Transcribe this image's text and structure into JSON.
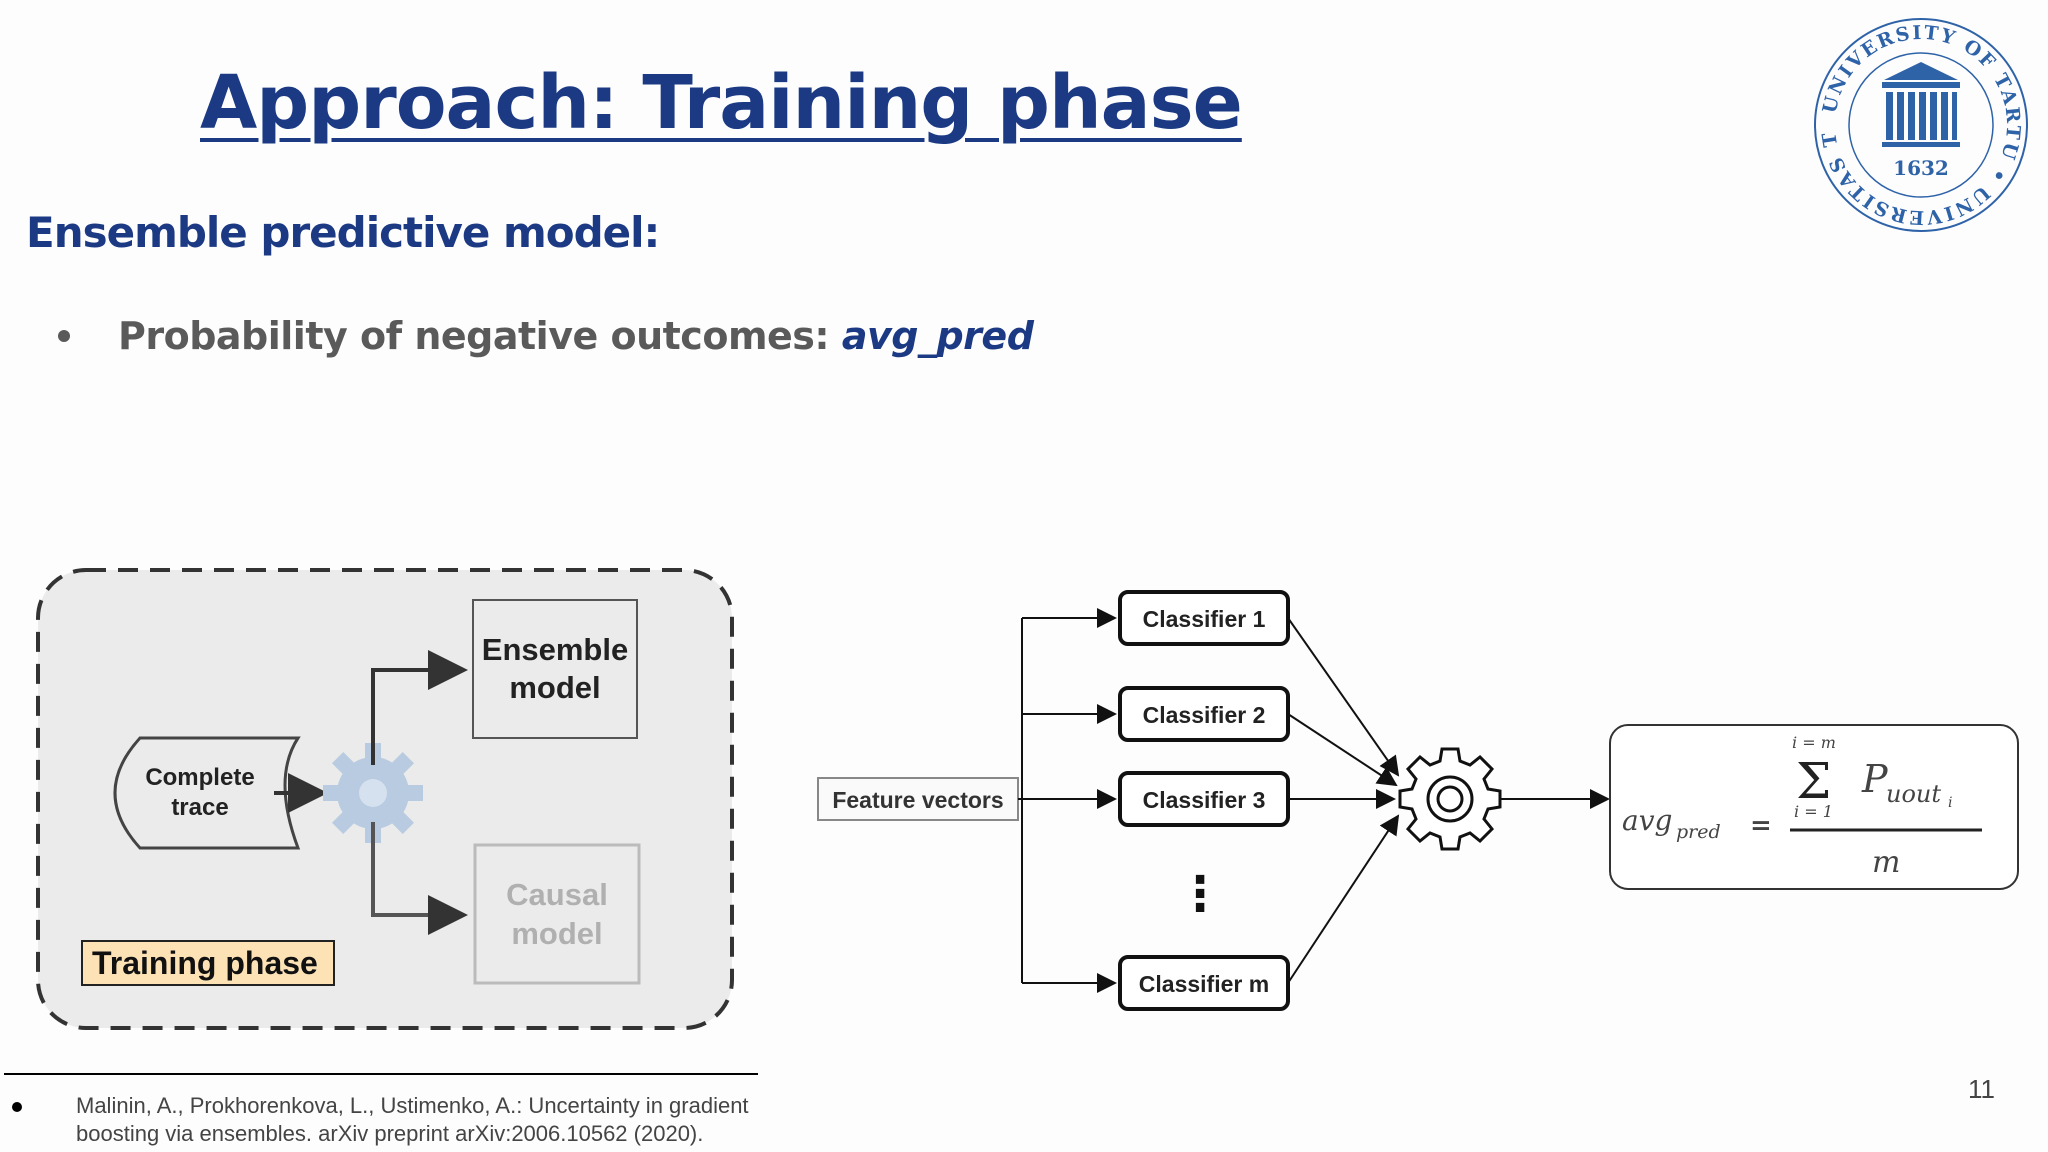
{
  "slide": {
    "title": "Approach: Training phase",
    "subtitle": "Ensemble predictive model:",
    "bullet": {
      "text": "Probability of negative outcomes: ",
      "variable": "avg_pred"
    },
    "page_number": "11",
    "reference": "Malinin, A., Prokhorenkova, L., Ustimenko, A.: Uncertainty in gradient boosting via ensembles. arXiv preprint arXiv:2006.10562 (2020)."
  },
  "logo": {
    "ring_text": "UNIVERSITY OF TARTU • UNIVERSITAS TARTUENSIS •",
    "year": "1632",
    "color": "#2f63a8"
  },
  "left_diagram": {
    "trace_line1": "Complete",
    "trace_line2": "trace",
    "ensemble_line1": "Ensemble",
    "ensemble_line2": "model",
    "causal_line1": "Causal",
    "causal_line2": "model",
    "phase_label": "Training phase",
    "phase_label_bg": "#fde2b6",
    "gear_color": "#b9cbe0"
  },
  "right_diagram": {
    "feature_label": "Feature vectors",
    "classifiers": [
      "Classifier 1",
      "Classifier 2",
      "Classifier 3",
      "Classifier m"
    ],
    "ellipsis": "⋮",
    "formula": {
      "lhs": "avg",
      "lhs_sub": "pred",
      "equals": "=",
      "sum_top": "i = m",
      "sum_symbol": "Σ",
      "sum_bottom": "i = 1",
      "term": "P",
      "term_sub": "uout",
      "term_subsub": "i",
      "denominator": "m"
    }
  },
  "colors": {
    "title": "#1c3a84",
    "body_text": "#5a5a5a",
    "diagram_panel": "#ebebeb"
  }
}
